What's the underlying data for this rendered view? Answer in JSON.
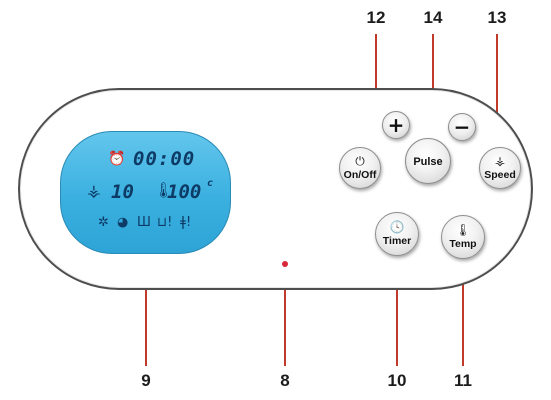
{
  "callouts": {
    "c12": "12",
    "c14": "14",
    "c13": "13",
    "c9": "9",
    "c8": "8",
    "c10": "10",
    "c11": "11"
  },
  "display": {
    "clock_icon": "alarm-clock-icon",
    "time": "00:00",
    "fan_icon": "fan-icon",
    "speed": "10",
    "thermo_icon": "thermometer-icon",
    "temp": "100",
    "temp_unit": "c",
    "status_icons": [
      "blade-icon",
      "globe-icon",
      "chart-icon",
      "container-warning-icon",
      "thermometer-warning-icon"
    ]
  },
  "buttons": {
    "plus": "+",
    "minus": "−",
    "onoff": "On/Off",
    "pulse": "Pulse",
    "speed": "Speed",
    "timer": "Timer",
    "temp": "Temp"
  },
  "colors": {
    "lcd": "#3ab0e0",
    "led": "#d9283a",
    "leader_line": "#c0392b"
  }
}
